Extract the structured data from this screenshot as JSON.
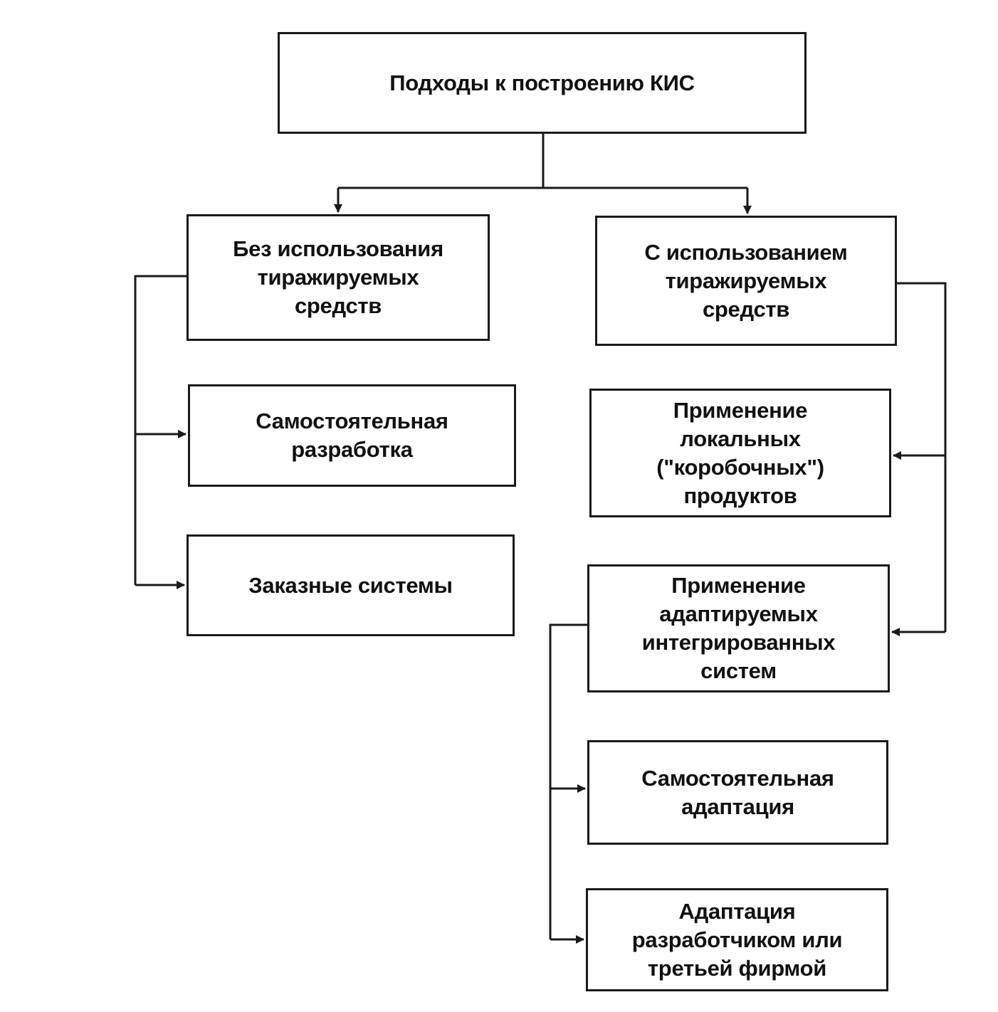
{
  "diagram": {
    "root": {
      "label": "Подходы к построению  КИС"
    },
    "branches": [
      {
        "label": "Без использования\nтиражируемых\nсредств",
        "children": [
          {
            "label": "Самостоятельная\nразработка"
          },
          {
            "label": "Заказные системы"
          }
        ]
      },
      {
        "label": "С использованием\nтиражируемых\nсредств",
        "children": [
          {
            "label": "Применение\nлокальных\n(\"коробочных\")\nпродуктов"
          },
          {
            "label": "Применение\nадаптируемых\nинтегрированных\nсистем",
            "children": [
              {
                "label": "Самостоятельная\nадаптация"
              },
              {
                "label": "Адаптация\nразработчиком или\nтретьей фирмой"
              }
            ]
          }
        ]
      }
    ]
  },
  "style": {
    "line_color": "#1a1a1a",
    "box_border_color": "#1a1a1a",
    "background": "#ffffff"
  }
}
